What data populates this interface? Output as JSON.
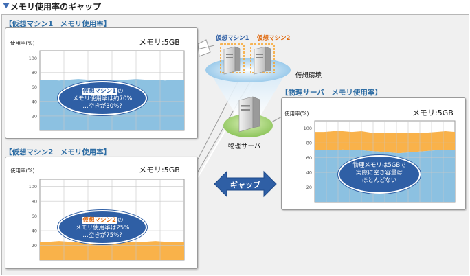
{
  "header": {
    "title": "メモリ使用率のギャップ"
  },
  "vm1": {
    "title": "【仮想マシン1　メモリ使用率】",
    "ylabel": "使用率(%)",
    "memory": "メモリ:5GB",
    "ticks": [
      "100",
      "80",
      "60",
      "40",
      "20"
    ],
    "bubble": {
      "tag": "仮想マシン1",
      "suffix": "の",
      "line2": "メモリ使用率は約70%",
      "line3": "…空きが30%?"
    }
  },
  "vm2": {
    "title": "【仮想マシン2　メモリ使用率】",
    "ylabel": "使用率(%)",
    "memory": "メモリ:5GB",
    "ticks": [
      "100",
      "80",
      "60",
      "40",
      "20"
    ],
    "bubble": {
      "tag": "仮想マシン2",
      "suffix": "の",
      "line2": "メモリ使用率は25%",
      "line3": "…空きが75%?"
    }
  },
  "physical": {
    "title": "【物理サーバ　メモリ使用率】",
    "ylabel": "使用率(%)",
    "memory": "メモリ:5GB",
    "ticks": [
      "100",
      "80",
      "60",
      "40",
      "20"
    ],
    "bubble": {
      "line1": "物理メモリは5GBで",
      "line2": "実際に空き容量は",
      "line3": "ほとんどない"
    }
  },
  "diagram": {
    "vm1_label": "仮想マシン1",
    "vm2_label": "仮想マシン2",
    "virtual_env": "仮想環境",
    "physical_server": "物理サーバ",
    "gap": "ギャップ"
  },
  "colors": {
    "blue_fill": "#8cc1e1",
    "orange_fill": "#f9b24a",
    "accent_blue": "#2f5fa5",
    "accent_orange": "#e06a10"
  },
  "chart_data": [
    {
      "type": "area",
      "title": "【仮想マシン1　メモリ使用率】",
      "ylabel": "使用率(%)",
      "ylim": [
        0,
        110
      ],
      "series": [
        {
          "name": "仮想マシン1",
          "values": [
            70,
            70,
            69,
            70,
            71,
            70,
            70,
            69,
            70,
            70,
            71,
            70,
            70,
            69,
            70,
            70
          ]
        }
      ]
    },
    {
      "type": "area",
      "title": "【仮想マシン2　メモリ使用率】",
      "ylabel": "使用率(%)",
      "ylim": [
        0,
        110
      ],
      "series": [
        {
          "name": "仮想マシン2",
          "values": [
            25,
            25,
            26,
            25,
            24,
            25,
            26,
            25,
            25,
            24,
            25,
            25,
            26,
            25,
            25,
            25
          ]
        }
      ]
    },
    {
      "type": "area",
      "title": "【物理サーバ　メモリ使用率】",
      "ylabel": "使用率(%)",
      "ylim": [
        0,
        110
      ],
      "series": [
        {
          "name": "仮想マシン1",
          "values": [
            70,
            70,
            70,
            71,
            70,
            70,
            69,
            68,
            67,
            66,
            67,
            68,
            69,
            70,
            70,
            70
          ]
        },
        {
          "name": "仮想マシン2",
          "values": [
            25,
            25,
            26,
            25,
            25,
            26,
            25,
            26,
            27,
            28,
            27,
            26,
            25,
            25,
            26,
            25
          ]
        }
      ]
    }
  ]
}
